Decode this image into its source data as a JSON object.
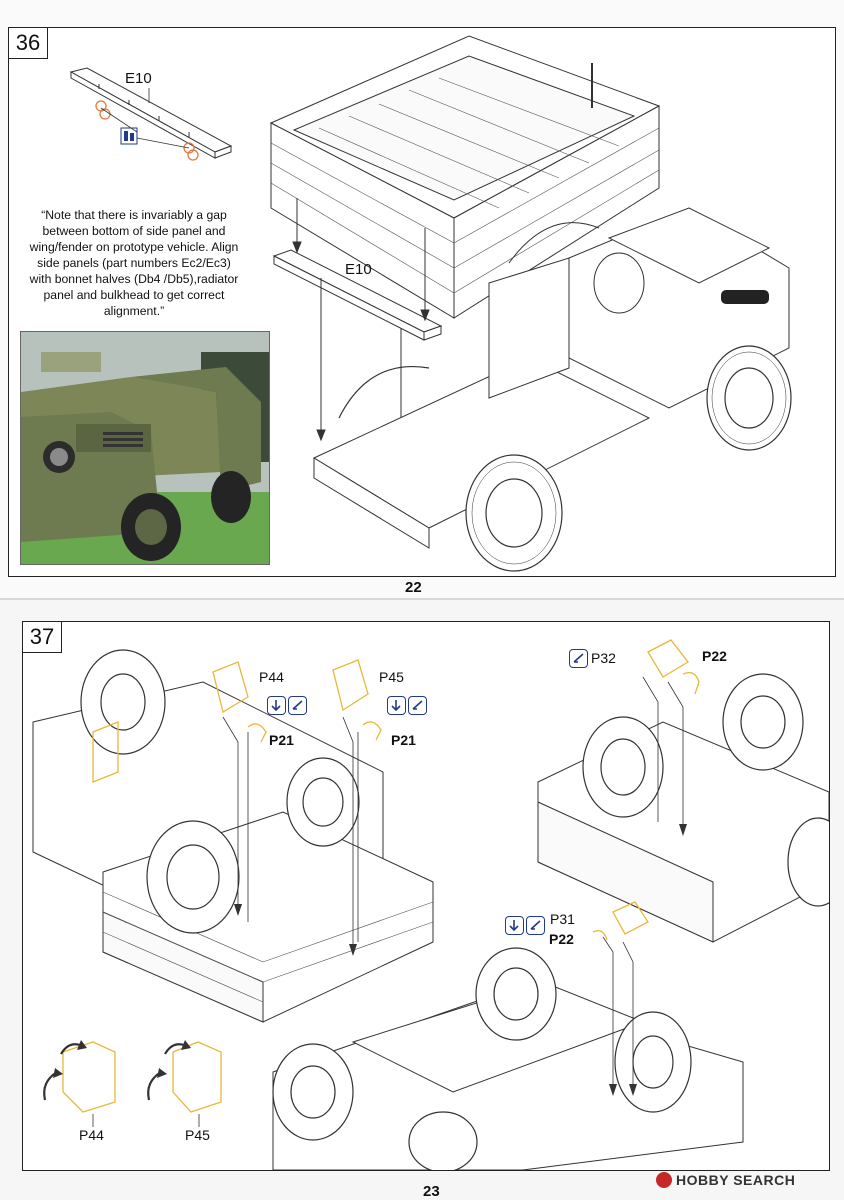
{
  "top_page": {
    "step_number": "36",
    "page_number": "22",
    "part_label_small": "E10",
    "part_label_large": "E10",
    "note": "“Note that there is invariably a gap between bottom of side panel and wing/fender on prototype vehicle. Align side panels (part numbers Ec2/Ec3) with bonnet halves (Db4 /Db5),radiator panel and bulkhead to get correct alignment.”"
  },
  "bottom_page": {
    "step_number": "37",
    "page_number": "23",
    "labels": {
      "p44": "P44",
      "p45": "P45",
      "p21_a": "P21",
      "p21_b": "P21",
      "p32": "P32",
      "p22_a": "P22",
      "p31": "P31",
      "p22_b": "P22",
      "p44_inset": "P44",
      "p45_inset": "P45"
    }
  },
  "watermark": "HOBBY SEARCH",
  "icons": [
    "bend-icon",
    "glue-icon",
    "fold-icon"
  ],
  "colors": {
    "line_art": "#333333",
    "part_highlight": "#e8b83a",
    "icon_blue": "#223a8c",
    "photo_paint": "#6e7a4f",
    "grass": "#6aa84f"
  }
}
